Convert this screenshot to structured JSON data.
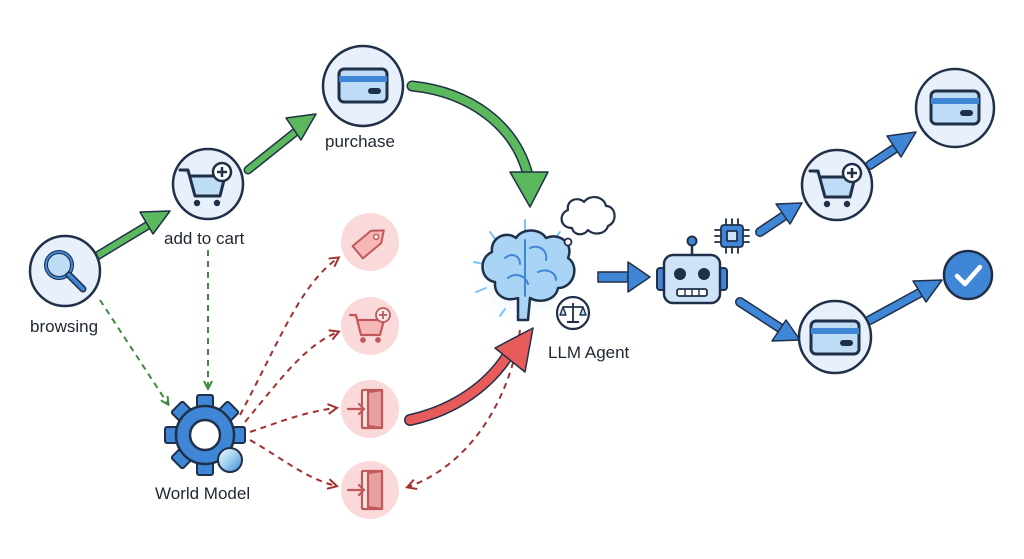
{
  "nodes": {
    "browsing": {
      "label": "browsing",
      "icon": "magnifier-icon"
    },
    "add_to_cart": {
      "label": "add to cart",
      "icon": "cart-plus-icon"
    },
    "purchase": {
      "label": "purchase",
      "icon": "credit-card-icon"
    },
    "world_model": {
      "label": "World Model",
      "icon": "gear-icon"
    },
    "llm_agent": {
      "label": "LLM Agent",
      "icon": "brain-icon"
    }
  },
  "candidates": [
    "tag-icon",
    "cart-plus-icon",
    "door-exit-icon",
    "door-exit-icon"
  ],
  "outputs": [
    "cart-plus-icon",
    "credit-card-icon",
    "credit-card-icon",
    "checkmark-icon"
  ],
  "colors": {
    "node_fill": "#e7f0fb",
    "node_stroke": "#1f3048",
    "icon_blue": "#3f86d6",
    "green_arrow": "#5cb85c",
    "green_dash": "#3f8a3f",
    "red_dash": "#a33030",
    "red_arrow": "#e85b5b",
    "candidate_fill": "#f9d9d9",
    "blue_arrow": "#3f86d6"
  }
}
